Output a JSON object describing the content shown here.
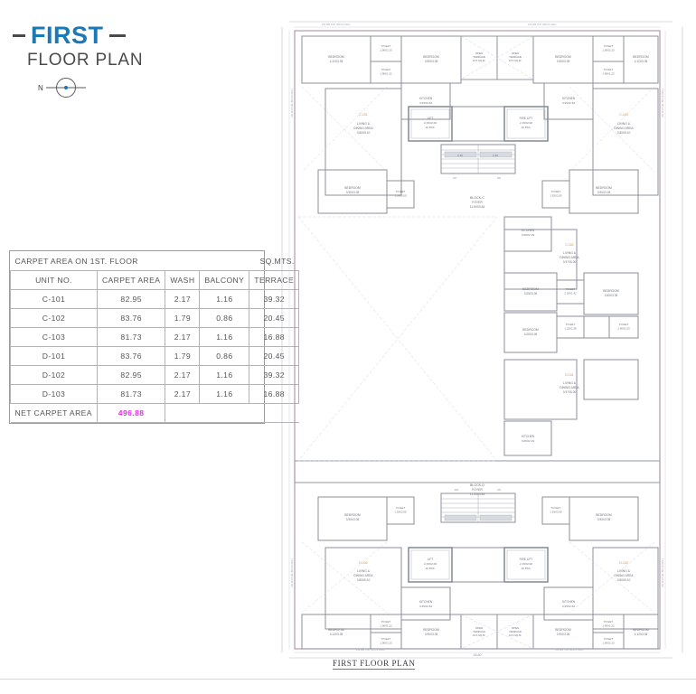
{
  "title": {
    "main": "FIRST",
    "sub": "FLOOR PLAN",
    "accent_color": "#1b79b5",
    "sub_color": "#4a4a4a"
  },
  "compass": {
    "label": "N",
    "icon": "north-arrow-icon",
    "dot_color": "#1b79b5"
  },
  "area_table": {
    "caption": "CARPET AREA ON 1ST. FLOOR",
    "units_note": "SQ.MTS.",
    "columns": [
      "UNIT NO.",
      "CARPET AREA",
      "WASH",
      "BALCONY",
      "TERRACE"
    ],
    "rows": [
      {
        "unit": "C-101",
        "carpet_area": "82.95",
        "wash": "2.17",
        "balcony": "1.16",
        "terrace": "39.32"
      },
      {
        "unit": "C-102",
        "carpet_area": "83.76",
        "wash": "1.79",
        "balcony": "0.86",
        "terrace": "20.45"
      },
      {
        "unit": "C-103",
        "carpet_area": "81.73",
        "wash": "2.17",
        "balcony": "1.16",
        "terrace": "16.88"
      },
      {
        "unit": "D-101",
        "carpet_area": "83.76",
        "wash": "1.79",
        "balcony": "0.86",
        "terrace": "20.45"
      },
      {
        "unit": "D-102",
        "carpet_area": "82.95",
        "wash": "2.17",
        "balcony": "1.16",
        "terrace": "39.32"
      },
      {
        "unit": "D-103",
        "carpet_area": "81.73",
        "wash": "2.17",
        "balcony": "1.16",
        "terrace": "16.88"
      }
    ],
    "net_label": "NET CARPET AREA",
    "net_value": "496.88",
    "net_value_color": "#e830e8"
  },
  "plan": {
    "caption": "FIRST FLOOR PLAN",
    "overall_width_dim": "28.80",
    "blocks": [
      {
        "name": "BLOCK-C",
        "room": "FOYER",
        "size": "11.50X3.84"
      },
      {
        "name": "BLOCK-D",
        "room": "FOYER",
        "size": "11.50X3.84"
      }
    ],
    "cores": [
      {
        "label": "LIFT",
        "size": "2.15X2.00",
        "capacity": "10 PAX."
      },
      {
        "label": "FIRE LIFT",
        "size": "2.15X2.00",
        "capacity": "10 PAX."
      }
    ],
    "stair_treads": [
      "2.30",
      "2.30"
    ],
    "stair_dir": [
      "UP",
      "DN"
    ],
    "unit_tags": [
      "C-101",
      "C-102",
      "C-103",
      "D-101",
      "D-102",
      "D-103"
    ],
    "unit_tag_color": "#e08a2e",
    "rooms": [
      {
        "name": "BEDROOM",
        "size": "4.12X3.35"
      },
      {
        "name": "BEDROOM",
        "size": "3.90X3.05"
      },
      {
        "name": "BEDROOM",
        "size": "3.05X3.05"
      },
      {
        "name": "BEDROOM",
        "size": "4.05X3.05"
      },
      {
        "name": "LIVING & DINING AREA",
        "size": "3.80X5.10"
      },
      {
        "name": "LIVING & DINING AREA",
        "size": "3.97X6.00"
      },
      {
        "name": "KITCHEN",
        "size": "3.25X2.62"
      },
      {
        "name": "KITCHEN",
        "size": "3.05X2.29"
      },
      {
        "name": "TOILET",
        "size": "1.90X2.13"
      },
      {
        "name": "TOILET",
        "size": "1.90X1.22"
      },
      {
        "name": "TOILET",
        "size": "1.53X2.05"
      },
      {
        "name": "TOILET",
        "size": "2.50X1.53"
      },
      {
        "name": "TOILET",
        "size": "2.20X1.42"
      },
      {
        "name": "OPEN TERRACE",
        "size": "16.5 SQ.M."
      },
      {
        "name": "WASH",
        "size": "2.17"
      },
      {
        "name": "BALCONY",
        "size": "1.16"
      }
    ],
    "wall_note": "230 MM THK. BRICK WALL",
    "line_colors": {
      "wall": "#8b8f99",
      "hatch": "#c57f8f",
      "dim": "#9aa0a8"
    }
  }
}
